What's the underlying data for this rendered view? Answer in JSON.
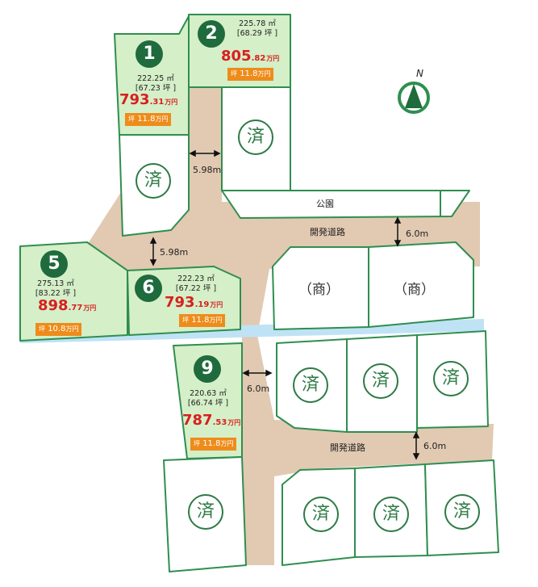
{
  "compass": {
    "letter": "N"
  },
  "colors": {
    "road": "#e2c9b2",
    "available": "#d5efc8",
    "sold": "#ffffff",
    "border": "#2f8e50",
    "water": "#bfe3f5",
    "badge": "#1f6b3d",
    "price": "#d7201f",
    "tsubo": "#ee8c1b"
  },
  "lots": [
    {
      "no": "1",
      "area": "222.25 ㎡",
      "tsubo_area": "[67.23 坪 ]",
      "price_main": "793",
      "price_dec": ".31",
      "price_unit": "万円",
      "tsubo_label": "坪",
      "tsubo_price": "11.8",
      "tsubo_unit": "万円"
    },
    {
      "no": "2",
      "area": "225.78 ㎡",
      "tsubo_area": "[68.29 坪 ]",
      "price_main": "805",
      "price_dec": ".82",
      "price_unit": "万円",
      "tsubo_label": "坪",
      "tsubo_price": "11.8",
      "tsubo_unit": "万円"
    },
    {
      "no": "5",
      "area": "275.13 ㎡",
      "tsubo_area": "[83.22 坪 ]",
      "price_main": "898",
      "price_dec": ".77",
      "price_unit": "万円",
      "tsubo_label": "坪",
      "tsubo_price": "10.8",
      "tsubo_unit": "万円"
    },
    {
      "no": "6",
      "area": "222.23 ㎡",
      "tsubo_area": "[67.22 坪 ]",
      "price_main": "793",
      "price_dec": ".19",
      "price_unit": "万円",
      "tsubo_label": "坪",
      "tsubo_price": "11.8",
      "tsubo_unit": "万円"
    },
    {
      "no": "9",
      "area": "220.63 ㎡",
      "tsubo_area": "[66.74 坪 ]",
      "price_main": "787",
      "price_dec": ".53",
      "price_unit": "万円",
      "tsubo_label": "坪",
      "tsubo_price": "11.8",
      "tsubo_unit": "万円"
    }
  ],
  "sold_mark": "済",
  "shop_mark": "（商）",
  "park": "公園",
  "road_name": "開発道路",
  "widths": {
    "w598": "5.98m",
    "w60": "6.0m"
  }
}
